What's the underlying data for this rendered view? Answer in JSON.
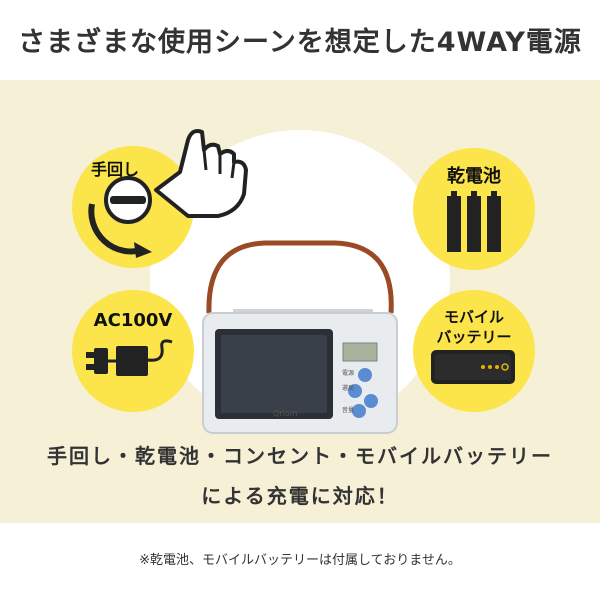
{
  "heading": "さまざまな使用シーンを想定した4WAY電源",
  "badges": {
    "hand_crank": "手回し",
    "battery": "乾電池",
    "ac": "AC100V",
    "mobile_line1": "モバイル",
    "mobile_line2": "バッテリー"
  },
  "radio": {
    "brand": "Qriom",
    "button_labels": [
      "電源",
      "選局",
      "音量"
    ]
  },
  "caption": {
    "line1": "手回し・乾電池・コンセント・モバイルバッテリー",
    "line2": "による充電に対応！"
  },
  "footnote": "※乾電池、モバイルバッテリーは付属しておりません。",
  "colors": {
    "panel_background": "#f6f0d6",
    "badge_yellow": "#fbe54a",
    "radio_body": "#e9ecef",
    "strap": "#9a4a25"
  }
}
